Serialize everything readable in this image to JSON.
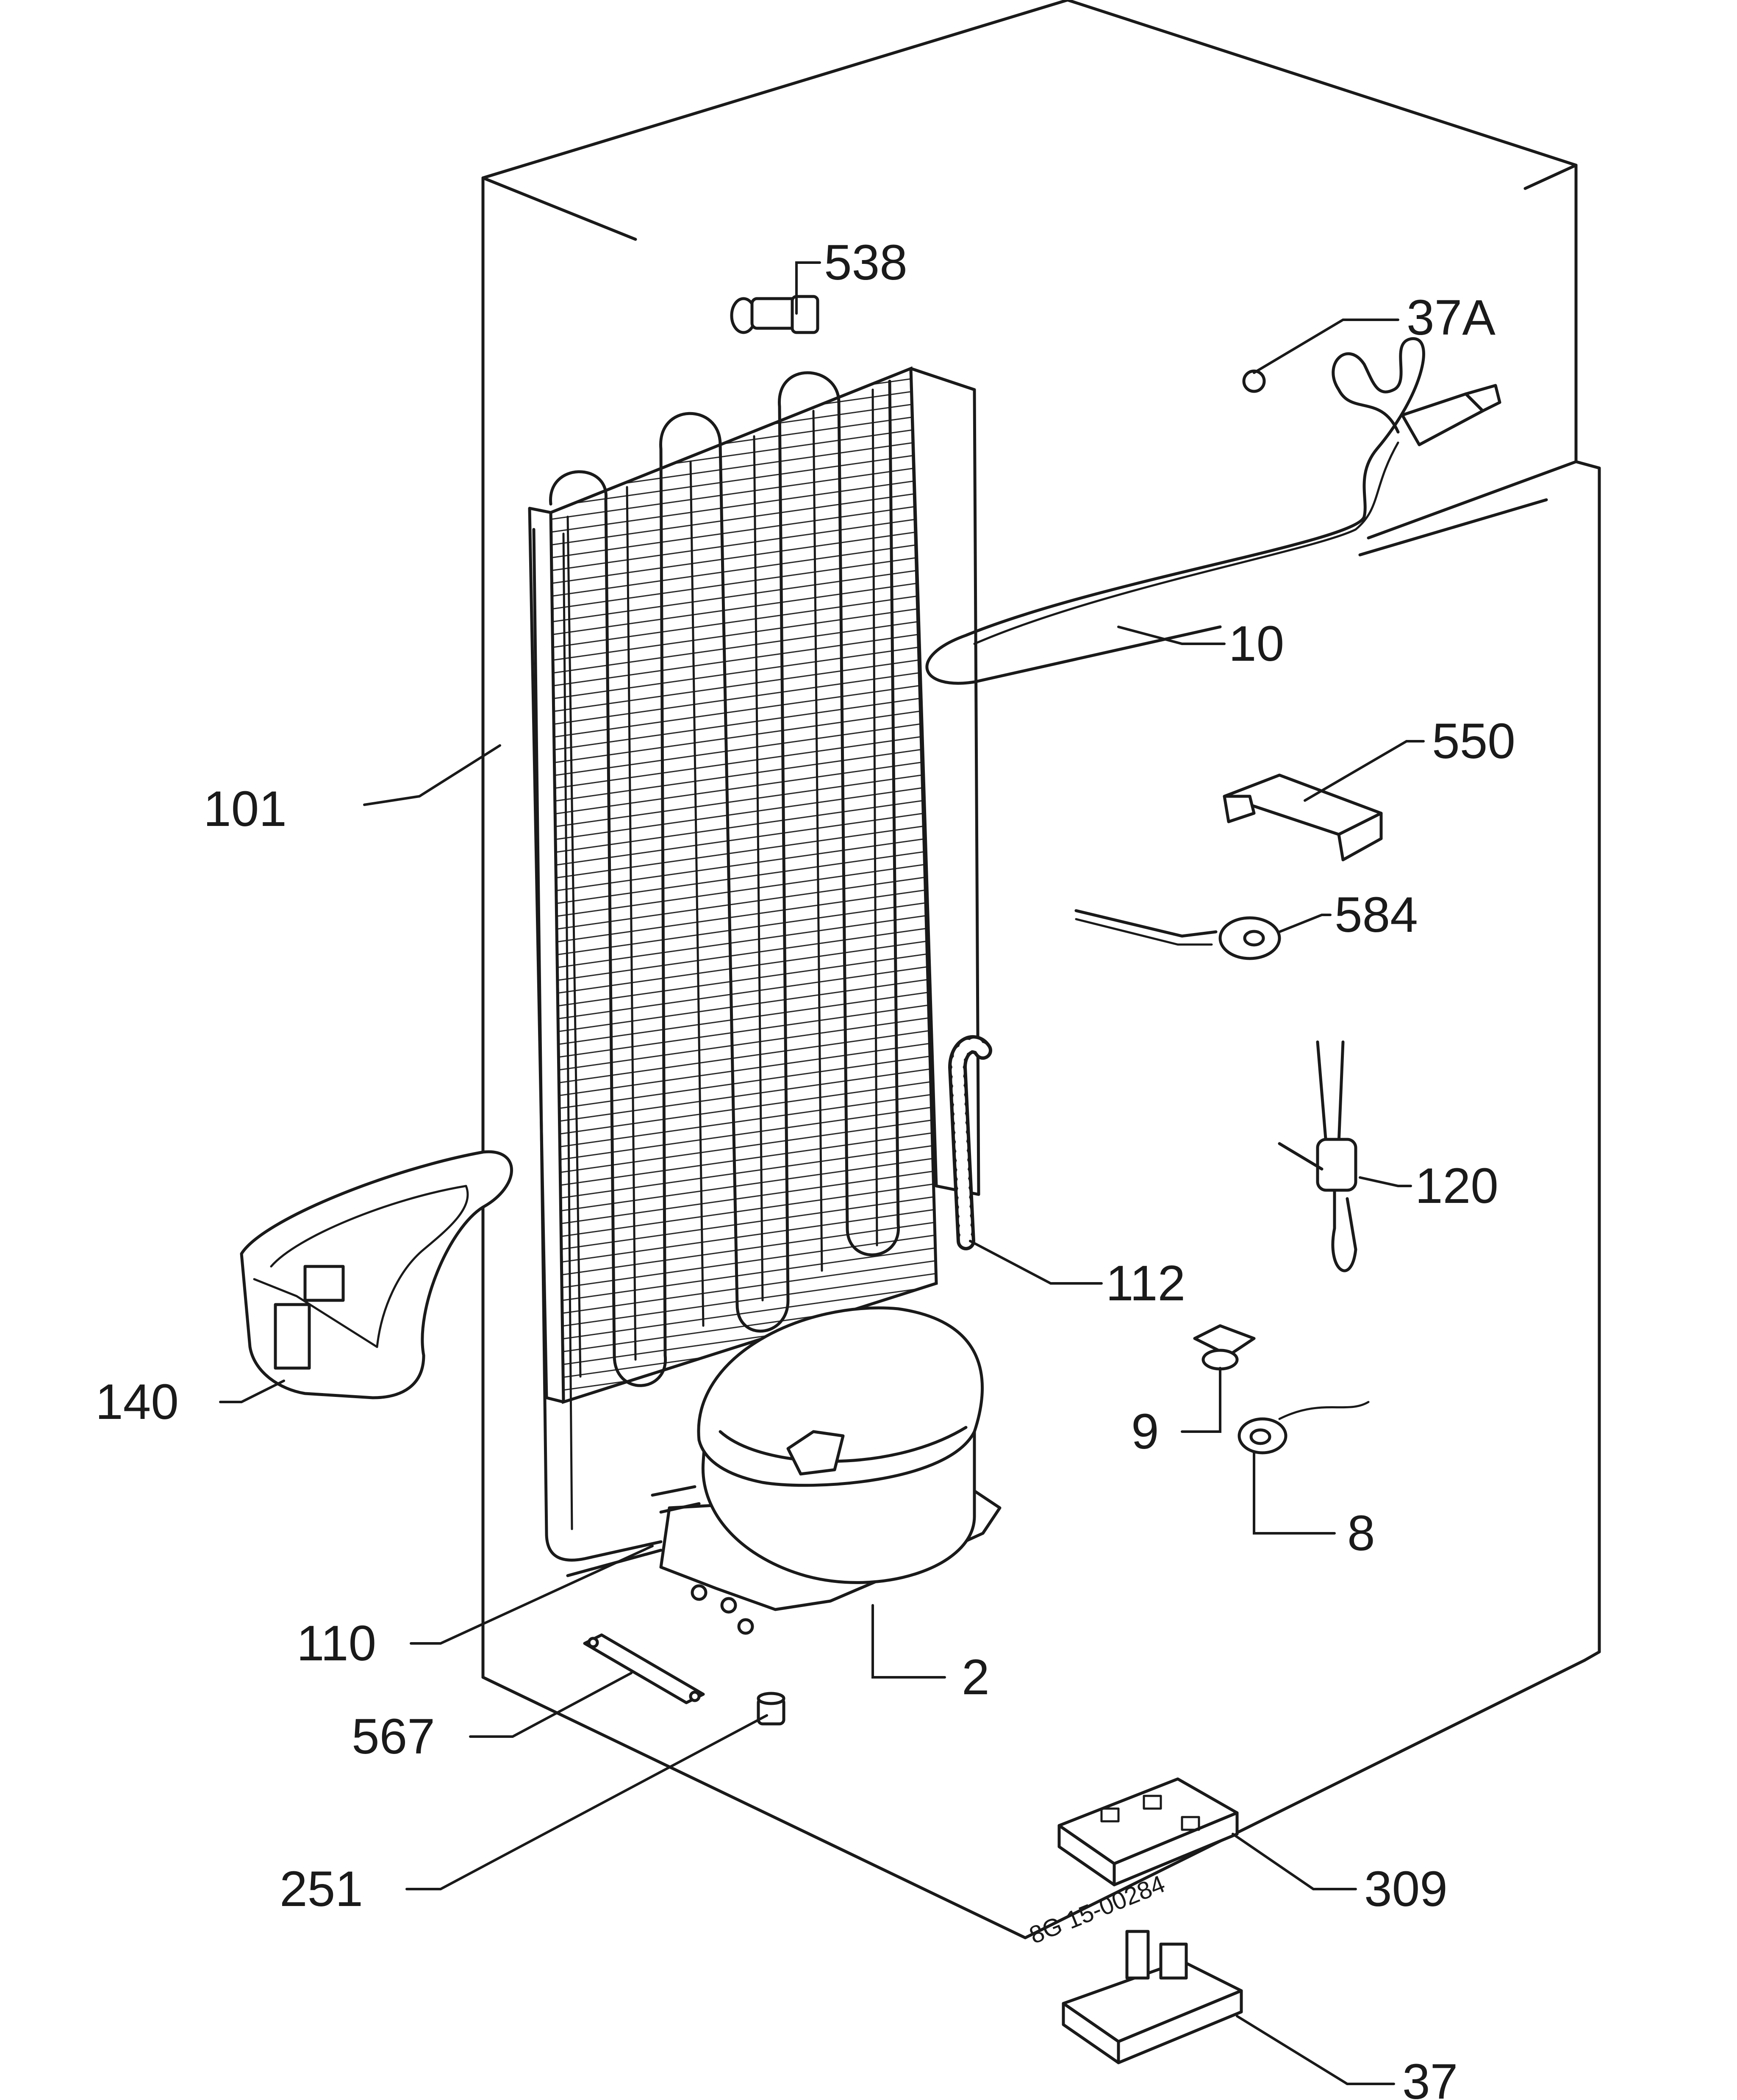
{
  "labels": {
    "p538": "538",
    "p37a": "37A",
    "p10": "10",
    "p101": "101",
    "p550": "550",
    "p584": "584",
    "p120": "120",
    "p112": "112",
    "p140": "140",
    "p9": "9",
    "p8": "8",
    "p110": "110",
    "p2": "2",
    "p567": "567",
    "p251": "251",
    "p309": "309",
    "p37": "37"
  },
  "drawing_code": "8G 15-00284"
}
